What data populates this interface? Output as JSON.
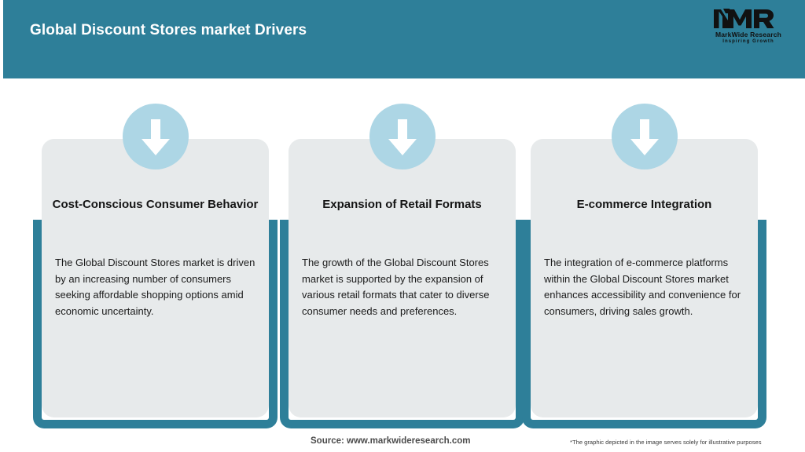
{
  "header": {
    "title": "Global Discount Stores market Drivers",
    "background_color": "#2E7F99",
    "title_color": "#FFFFFF"
  },
  "logo": {
    "mark": "MWR",
    "name": "MarkWide Research",
    "tagline": "Inspiring Growth",
    "color": "#111111"
  },
  "theme": {
    "accent_teal": "#2E7F99",
    "card_background": "#E7EAEB",
    "icon_circle": "#ADD6E5",
    "arrow_color": "#FFFFFF",
    "page_background": "#FFFFFF"
  },
  "cards": [
    {
      "icon": "arrow-down-icon",
      "title": "Cost-Conscious Consumer Behavior",
      "body": "The Global Discount Stores market is driven by an increasing number of consumers seeking affordable shopping options amid economic uncertainty."
    },
    {
      "icon": "arrow-down-icon",
      "title": "Expansion of Retail Formats",
      "body": "The growth of the Global Discount Stores market is supported by the expansion of various retail formats that cater to diverse consumer needs and preferences."
    },
    {
      "icon": "arrow-down-icon",
      "title": "E-commerce Integration",
      "body": "The integration of e-commerce platforms within the Global Discount Stores market enhances accessibility and convenience for consumers, driving sales growth."
    }
  ],
  "footer": {
    "source": "Source: www.markwideresearch.com",
    "disclaimer": "*The graphic depicted in the image serves solely for illustrative purposes"
  }
}
